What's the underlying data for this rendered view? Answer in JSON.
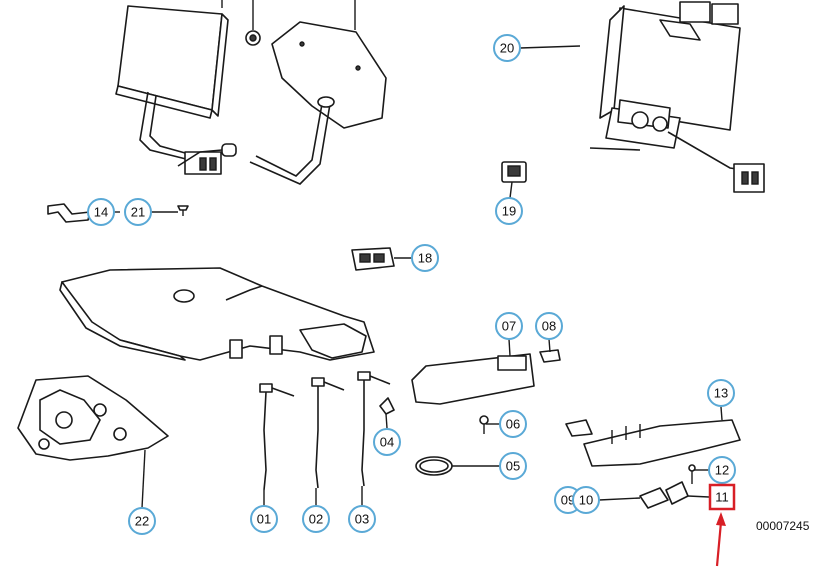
{
  "callouts": [
    {
      "id": "20",
      "label": "20"
    },
    {
      "id": "14",
      "label": "14"
    },
    {
      "id": "21",
      "label": "21"
    },
    {
      "id": "19",
      "label": "19"
    },
    {
      "id": "18",
      "label": "18"
    },
    {
      "id": "07",
      "label": "07"
    },
    {
      "id": "08",
      "label": "08"
    },
    {
      "id": "13",
      "label": "13"
    },
    {
      "id": "06",
      "label": "06"
    },
    {
      "id": "04",
      "label": "04"
    },
    {
      "id": "05",
      "label": "05"
    },
    {
      "id": "12",
      "label": "12"
    },
    {
      "id": "09",
      "label": "09"
    },
    {
      "id": "10",
      "label": "10"
    },
    {
      "id": "22",
      "label": "22"
    },
    {
      "id": "01",
      "label": "01"
    },
    {
      "id": "02",
      "label": "02"
    },
    {
      "id": "03",
      "label": "03"
    }
  ],
  "highlighted": {
    "label": "11",
    "color": "#d81f26"
  },
  "diagram_number": "00007245",
  "colors": {
    "callout_ring": "#5aa9d6",
    "highlight": "#d81f26",
    "line": "#1a1a1a"
  }
}
